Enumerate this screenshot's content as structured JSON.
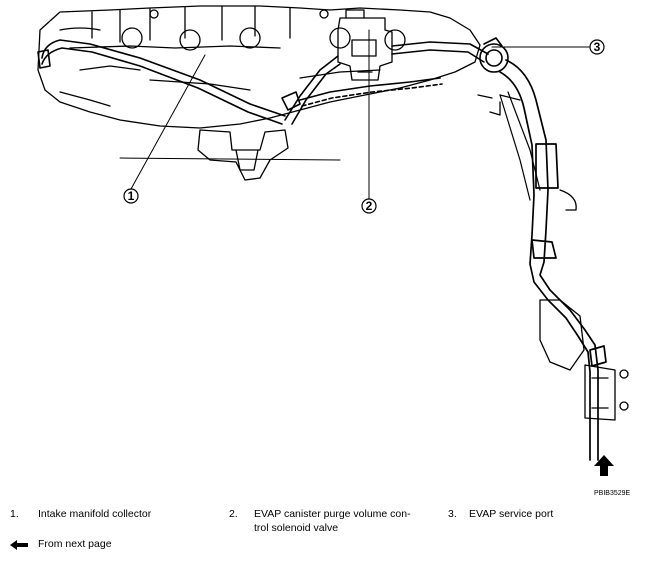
{
  "callouts": [
    {
      "number": "1"
    },
    {
      "number": "2"
    },
    {
      "number": "3"
    }
  ],
  "figure_code": "PBIB3529E",
  "legend": {
    "items": [
      {
        "number": "1.",
        "text": "Intake manifold collector"
      },
      {
        "number": "2.",
        "text": "EVAP canister purge volume control solenoid valve",
        "line1": "EVAP canister purge volume con-",
        "line2": "trol solenoid valve"
      },
      {
        "number": "3.",
        "text": "EVAP service port"
      }
    ],
    "arrow_note": "From next page"
  },
  "icons": {
    "flow_arrow": "up-arrow-icon",
    "legend_arrow": "left-arrow-icon"
  }
}
